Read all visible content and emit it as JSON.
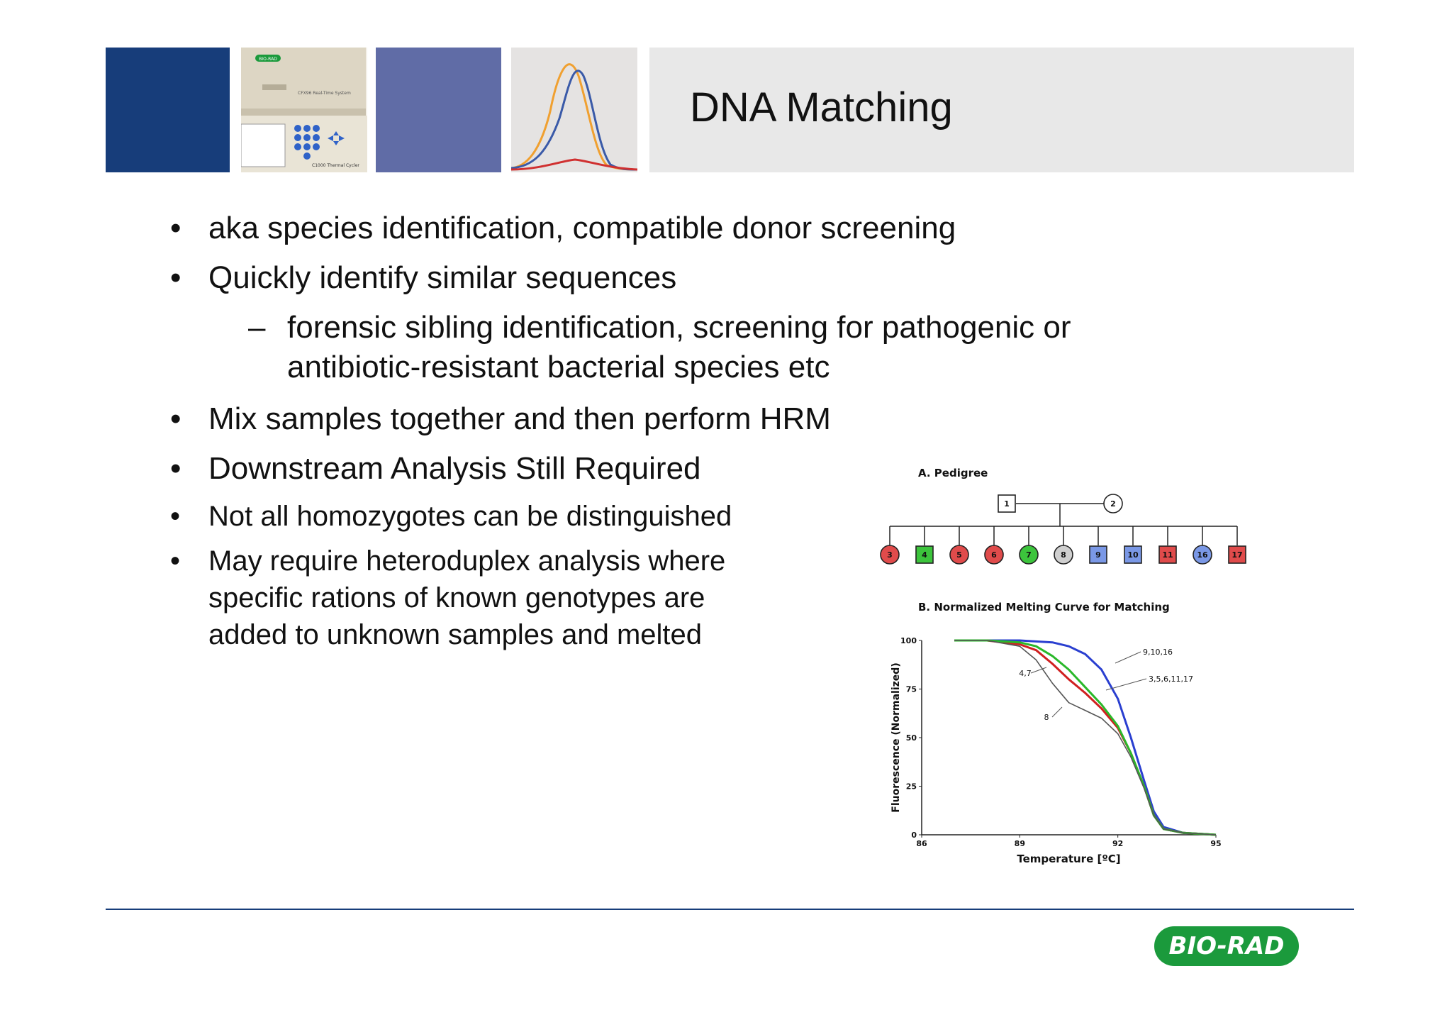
{
  "header": {
    "title": "DNA Matching",
    "instrument_logo_text": "BIO-RAD",
    "instrument_model_text": "CFX96 Real-Time System",
    "instrument_base_text": "C1000 Thermal Cycler"
  },
  "bullets": [
    {
      "marker": "•",
      "text": "aka species identification, compatible donor screening"
    },
    {
      "marker": "•",
      "text": "Quickly identify similar sequences"
    },
    {
      "marker": "–",
      "line1": "forensic sibling identification, screening for pathogenic or",
      "line2": "antibiotic-resistant bacterial species etc"
    },
    {
      "marker": "•",
      "text": "Mix samples together and then perform HRM"
    },
    {
      "marker": "•",
      "text": "Downstream Analysis Still Required"
    },
    {
      "marker": "•",
      "text": "Not all homozygotes can be distinguished"
    },
    {
      "marker": "•",
      "line1": "May require heteroduplex analysis where",
      "line2": "specific rations of known genotypes are",
      "line3": "added to unknown samples and melted"
    }
  ],
  "figure": {
    "pedigree_title": "A. Pedigree",
    "parents": [
      {
        "id": "1",
        "shape": "square",
        "color": "#ffffff"
      },
      {
        "id": "2",
        "shape": "circle",
        "color": "#ffffff"
      }
    ],
    "children": [
      {
        "id": "3",
        "shape": "circle",
        "color": "#e04b4b"
      },
      {
        "id": "4",
        "shape": "square",
        "color": "#3cc43c"
      },
      {
        "id": "5",
        "shape": "circle",
        "color": "#e04b4b"
      },
      {
        "id": "6",
        "shape": "circle",
        "color": "#e04b4b"
      },
      {
        "id": "7",
        "shape": "circle",
        "color": "#3cc43c"
      },
      {
        "id": "8",
        "shape": "circle",
        "color": "#cfcfcf"
      },
      {
        "id": "9",
        "shape": "square",
        "color": "#7a98e6"
      },
      {
        "id": "10",
        "shape": "square",
        "color": "#7a98e6"
      },
      {
        "id": "11",
        "shape": "square",
        "color": "#e04b4b"
      },
      {
        "id": "16",
        "shape": "circle",
        "color": "#7a98e6"
      },
      {
        "id": "17",
        "shape": "square",
        "color": "#e04b4b"
      }
    ],
    "curve_title": "B. Normalized Melting Curve for Matching"
  },
  "chart_data": {
    "type": "line",
    "title": "B. Normalized Melting Curve for Matching",
    "xlabel": "Temperature [ºC]",
    "ylabel": "Fluorescence (Normalized)",
    "xlim": [
      86,
      95
    ],
    "ylim": [
      0,
      100
    ],
    "x_ticks": [
      "86",
      "89",
      "92",
      "95"
    ],
    "y_ticks": [
      "0",
      "25",
      "50",
      "75",
      "100"
    ],
    "grid": false,
    "series": [
      {
        "name": "9,10,16",
        "color": "#2a3fd0",
        "x": [
          87,
          88,
          89,
          90,
          90.5,
          91,
          91.5,
          92,
          92.4,
          92.8,
          93.1,
          93.4,
          94,
          94.5,
          95
        ],
        "y": [
          100,
          100,
          100,
          99,
          97,
          93,
          85,
          70,
          50,
          28,
          12,
          4,
          1,
          0.5,
          0
        ]
      },
      {
        "name": "3,5,6,11,17",
        "color": "#d02020",
        "x": [
          87,
          88,
          89,
          89.5,
          90,
          90.5,
          91,
          91.5,
          92,
          92.4,
          92.8,
          93.1,
          93.4,
          94,
          95
        ],
        "y": [
          100,
          100,
          98,
          95,
          88,
          80,
          73,
          65,
          55,
          42,
          25,
          10,
          3,
          1,
          0
        ]
      },
      {
        "name": "4,7",
        "color": "#2ab82a",
        "x": [
          87,
          88,
          89,
          89.5,
          90,
          90.5,
          91,
          91.5,
          92,
          92.4,
          92.8,
          93.1,
          93.4,
          94,
          95
        ],
        "y": [
          100,
          100,
          99,
          97,
          92,
          85,
          76,
          67,
          56,
          42,
          25,
          10,
          3,
          1,
          0
        ]
      },
      {
        "name": "8",
        "color": "#555555",
        "x": [
          87,
          88,
          89,
          89.5,
          90,
          90.5,
          91,
          91.5,
          92,
          92.4,
          92.8,
          93.1,
          93.4,
          94,
          95
        ],
        "y": [
          100,
          100,
          97,
          90,
          78,
          68,
          64,
          60,
          52,
          40,
          24,
          10,
          3,
          1,
          0
        ]
      }
    ],
    "annotations": [
      {
        "text": "9,10,16",
        "x": 92.3,
        "y": 94
      },
      {
        "text": "3,5,6,11,17",
        "x": 92.0,
        "y": 80
      },
      {
        "text": "4,7",
        "x": 89.0,
        "y": 86
      },
      {
        "text": "8",
        "x": 90.1,
        "y": 65
      }
    ]
  },
  "footer": {
    "logo_text": "BIO-RAD",
    "accent_color": "#173d7a",
    "logo_color": "#1b9a3c"
  }
}
